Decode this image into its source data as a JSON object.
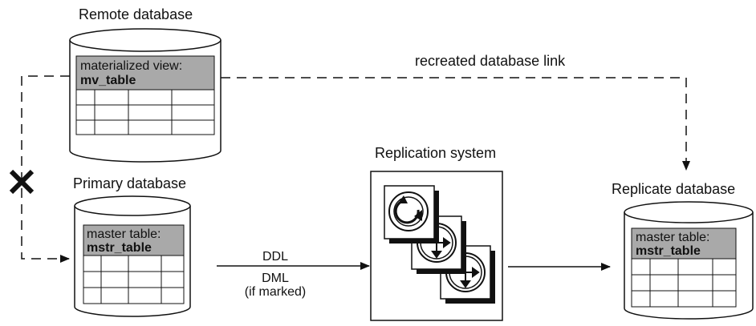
{
  "nodes": {
    "remote": {
      "label": "Remote database",
      "table_caption": "materialized view:",
      "table_name": "mv_table"
    },
    "primary": {
      "label": "Primary database",
      "table_caption": "master table:",
      "table_name": "mstr_table"
    },
    "replication": {
      "label": "Replication system"
    },
    "replicate": {
      "label": "Replicate database",
      "table_caption": "master table:",
      "table_name": "mstr_table"
    }
  },
  "edges": {
    "db_link": {
      "label": "recreated database link"
    },
    "primary_to_rep": {
      "line1": "DDL",
      "line2": "DML",
      "line3": "(if marked)"
    }
  },
  "colors": {
    "table_header": "#a9a9a9",
    "line": "#111111",
    "cylinder_fill": "#ffffff"
  }
}
